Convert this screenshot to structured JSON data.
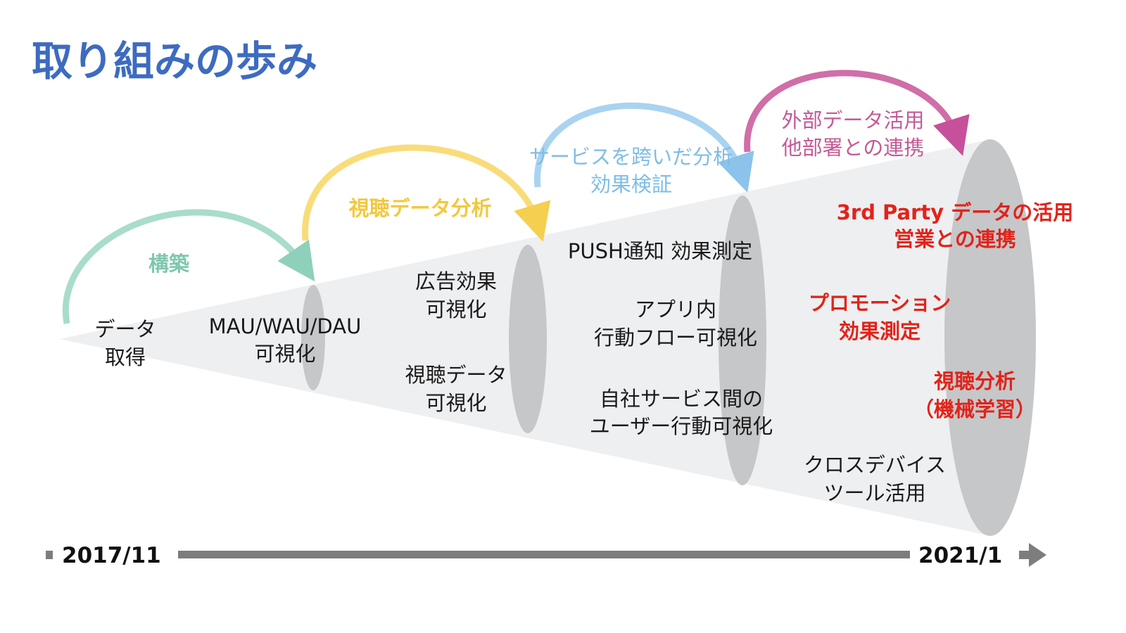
{
  "title": "取り組みの歩み",
  "colors": {
    "title": "#3d6bc0",
    "phase1": "#a8dccb",
    "phase2": "#f9dc7a",
    "phase3": "#a9d3f0",
    "phase4": "#d06ea8",
    "highlight": "#e2231a",
    "cone": "#eeeff1",
    "ring": "#c6c7c9",
    "timeline": "#7d7d7d"
  },
  "phases": [
    {
      "lines": [
        "構築"
      ]
    },
    {
      "lines": [
        "視聴データ分析"
      ]
    },
    {
      "lines": [
        "サービスを跨いだ分析",
        "効果検証"
      ]
    },
    {
      "lines": [
        "外部データ活用",
        "他部署との連携"
      ]
    }
  ],
  "stages": [
    {
      "items": [
        {
          "lines": [
            "データ",
            "取得"
          ]
        }
      ]
    },
    {
      "items": [
        {
          "lines": [
            "MAU/WAU/DAU",
            "可視化"
          ]
        }
      ]
    },
    {
      "items": [
        {
          "lines": [
            "広告効果",
            "可視化"
          ]
        },
        {
          "lines": [
            "視聴データ",
            "可視化"
          ]
        }
      ]
    },
    {
      "items": [
        {
          "lines": [
            "PUSH通知 効果測定"
          ]
        },
        {
          "lines": [
            "アプリ内",
            "行動フロー可視化"
          ]
        },
        {
          "lines": [
            "自社サービス間の",
            "ユーザー行動可視化"
          ]
        }
      ]
    },
    {
      "items": [
        {
          "lines": [
            "3rd Party データの活用",
            "営業との連携"
          ]
        },
        {
          "lines": [
            "プロモーション",
            "効果測定"
          ]
        },
        {
          "lines": [
            "視聴分析",
            "（機械学習）"
          ]
        },
        {
          "lines": [
            "クロスデバイス",
            "ツール活用"
          ]
        }
      ]
    }
  ],
  "timeline": {
    "start": "2017/11",
    "end": "2021/1"
  }
}
